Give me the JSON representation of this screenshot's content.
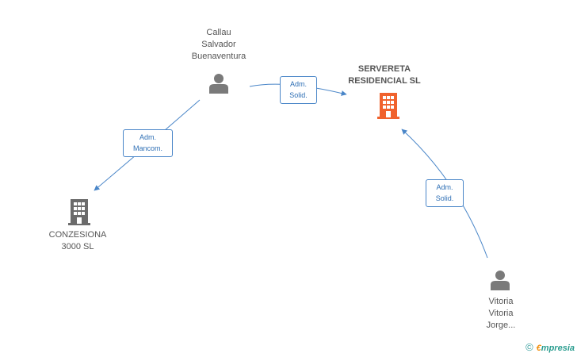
{
  "nodes": {
    "callau": {
      "lines": [
        "Callau",
        "Salvador",
        "Buenaventura"
      ],
      "icon": "person-icon"
    },
    "servereta": {
      "lines": [
        "SERVERETA",
        "RESIDENCIAL SL"
      ],
      "icon": "building-icon"
    },
    "conzesiona": {
      "lines": [
        "CONZESIONA",
        "3000 SL"
      ],
      "icon": "building-icon"
    },
    "vitoria": {
      "lines": [
        "Vitoria",
        "Vitoria",
        "Jorge..."
      ],
      "icon": "person-icon"
    }
  },
  "edges": {
    "callau_servereta": {
      "lines": [
        "Adm.",
        "Solid."
      ]
    },
    "callau_conzesiona": {
      "lines": [
        "Adm.",
        "Mancom."
      ]
    },
    "vitoria_servereta": {
      "lines": [
        "Adm.",
        "Solid."
      ]
    }
  },
  "footer": {
    "copyright_symbol": "©",
    "brand_first": "€",
    "brand_rest": "mpresia"
  },
  "colors": {
    "edge": "#4a86c8",
    "person": "#7a7a7a",
    "building": "#6b6b6b",
    "highlight_building": "#f0622d"
  }
}
